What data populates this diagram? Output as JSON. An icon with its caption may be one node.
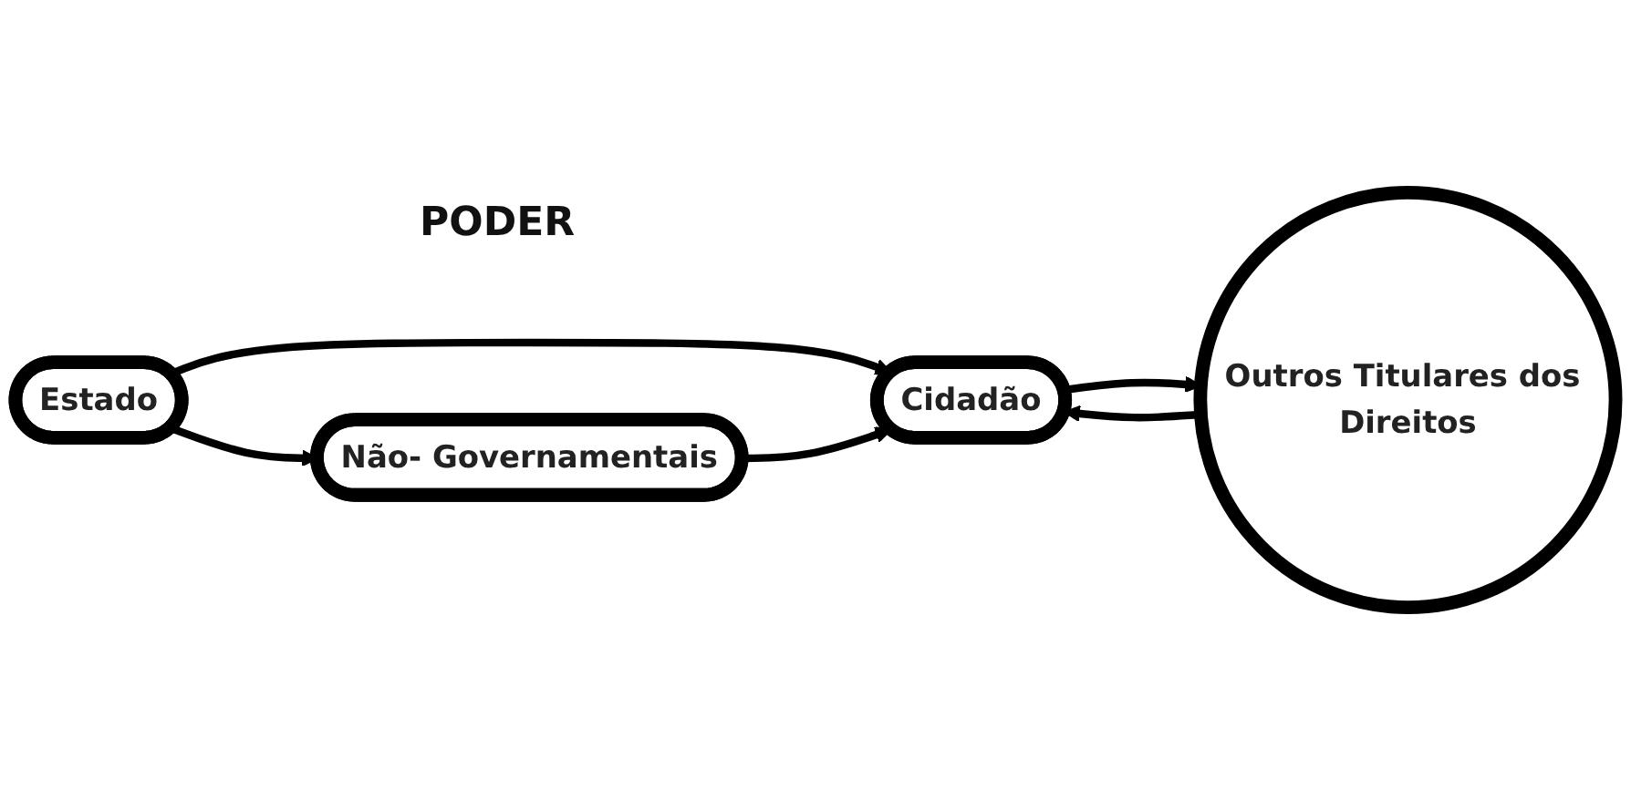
{
  "diagram": {
    "nodes": [
      {
        "text": [
          "Estado"
        ]
      },
      {
        "text": [
          "Cidadão"
        ]
      },
      {
        "text": [
          "Não- Governamentais"
        ]
      },
      {
        "text": [
          "Outros Titulares dos Direitos"
        ]
      }
    ],
    "edges": [
      {
        "from": 0,
        "to": 1,
        "arrow": "to"
      },
      {
        "from": 0,
        "to": 2,
        "arrow": "to"
      },
      {
        "from": 2,
        "to": 1,
        "arrow": "to"
      },
      {
        "from": 1,
        "to": 3,
        "arrow": "to"
      },
      {
        "from": 3,
        "to": 1,
        "arrow": "to"
      }
    ],
    "labels": [
      "PODER"
    ]
  }
}
